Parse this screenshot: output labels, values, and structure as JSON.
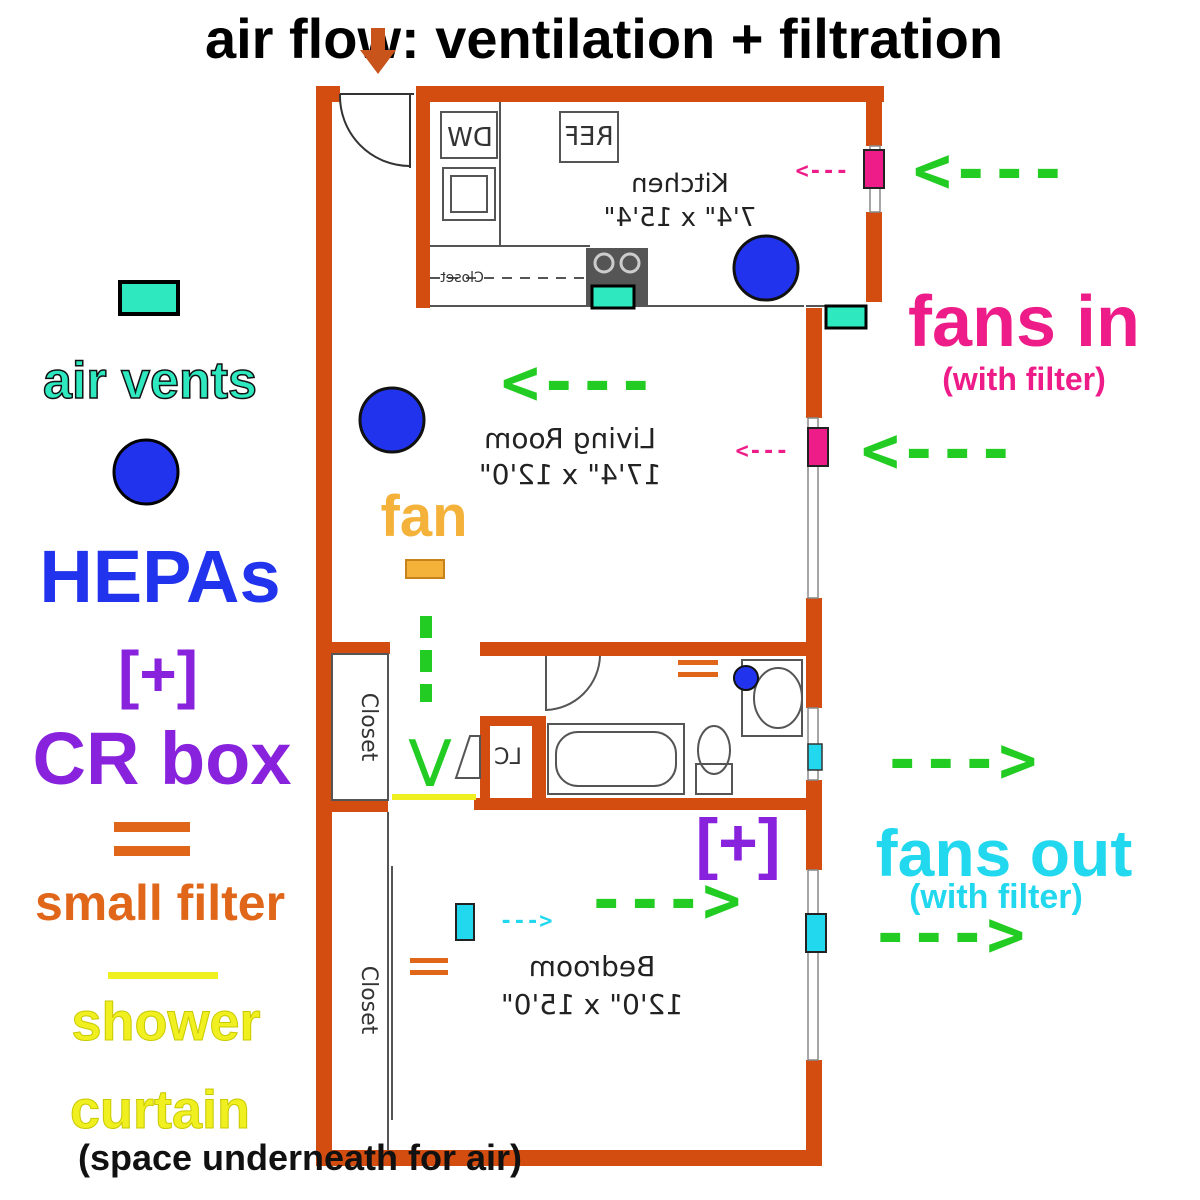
{
  "title": "air flow: ventilation + filtration",
  "legend": {
    "air_vents": "air vents",
    "hepas": "HEPAs",
    "plus_mark": "[+]",
    "cr_box": "CR box",
    "small_filter": "small filter",
    "shower_line1": "shower",
    "shower_line2": "curtain",
    "space_note": "(space underneath for air)"
  },
  "rooms": {
    "kitchen_name": "Kitchen",
    "kitchen_dims": "7'4\" x 15'4\"",
    "living_name": "Living Room",
    "living_dims": "17'4\" x 12'0\"",
    "bedroom_name": "Bedroom",
    "bedroom_dims": "12'0\" x 15'0\"",
    "dw": "DW",
    "ref": "REF",
    "closet_small": "Closet",
    "closet_hall": "Closet",
    "closet_bed": "Closet",
    "lc": "LC"
  },
  "annotations": {
    "fans_in": "fans in",
    "fans_in_sub": "(with filter)",
    "fan": "fan",
    "fans_out": "fans out",
    "fans_out_sub": "(with filter)",
    "plus_mark_bedroom": "[+]",
    "arrow_in": "<---",
    "arrow_out": "--->",
    "arrow_small_in": "<---",
    "arrow_small_out": "--->",
    "down_arrow": "V"
  },
  "colors": {
    "wall": "#d24d0f",
    "vent": "#2ee8c0",
    "hepa": "#2233ee",
    "cr_box": "#8822dd",
    "small_filter": "#e0661a",
    "shower": "#f0f020",
    "fan_in": "#ee1c88",
    "fan_out": "#22d8ee",
    "arrow": "#22cc22",
    "fan": "#f4b23a"
  }
}
